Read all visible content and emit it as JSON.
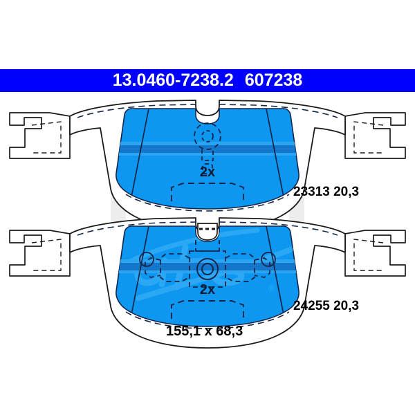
{
  "header": {
    "part_number": "13.0460-7238.2",
    "wva_number": "607238"
  },
  "product": {
    "type": "brake-pad-set",
    "brand": "ate",
    "registered_mark": "®"
  },
  "pads": [
    {
      "id": "upper-pad",
      "reference": "23313 20,3",
      "quantity_label": "2x",
      "features": [
        "wear-sensor-port",
        "dashed-backing-plate",
        "retaining-ears"
      ]
    },
    {
      "id": "lower-pad",
      "reference": "24255 20,3",
      "quantity_label": "2x",
      "features": [
        "central-hardware-clip",
        "locating-holes",
        "dashed-backing-plate",
        "retaining-ears"
      ]
    }
  ],
  "dimensions": {
    "text": "155,1 x 68,3"
  },
  "colors": {
    "header_blue": "#0000FF",
    "pad_blue": "#0D97F0",
    "pad_blue_dark": "#1577CC",
    "pad_blue_light": "#3FAEF5",
    "outline": "#14254A",
    "watermark_gray": "#EAEAEA",
    "text_dark": "#000000",
    "text_light": "#FFFFFF"
  }
}
